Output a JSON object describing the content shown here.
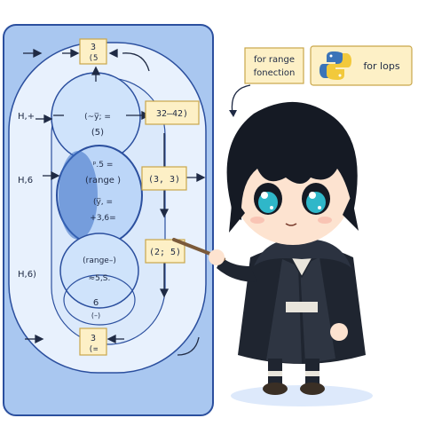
{
  "diagram": {
    "top_box": {
      "line1": "3",
      "line2": "(5"
    },
    "bottom_box": {
      "line1": "3",
      "line2": "(="
    },
    "side_labels": [
      "H,+",
      "H,6",
      "H,6)"
    ],
    "circle_top": {
      "line1": "(~y̅; =",
      "line2": "(5)"
    },
    "circle_mid": {
      "line1": "ᵖ.5 =",
      "line2": "(range )",
      "line3": "(y̅, =",
      "line4": "+3,6="
    },
    "circle_low": {
      "line1": "(range–)",
      "line2": "≈5,S.",
      "line3": "6",
      "line4": "(–)"
    },
    "right_boxes": [
      "32—42)",
      "(3, 3)",
      "(2; 5)"
    ]
  },
  "callouts": {
    "left": {
      "line1": "for range",
      "line2": "fonection"
    },
    "right": {
      "label": "for lops",
      "icon": "python-logo-icon"
    }
  },
  "character": {
    "description_icon": "chibi-wizard-icon"
  },
  "colors": {
    "panel_bg": "#a9c7f0",
    "panel_border": "#2b4f9e",
    "loop_bg": "#e8f1fd",
    "circle_fill": "#cfe3fb",
    "box_fill": "#fdf0c6",
    "box_border": "#c9a64a",
    "robe": "#1f2530",
    "python_blue": "#3b74b8",
    "python_yellow": "#f2c93b"
  }
}
